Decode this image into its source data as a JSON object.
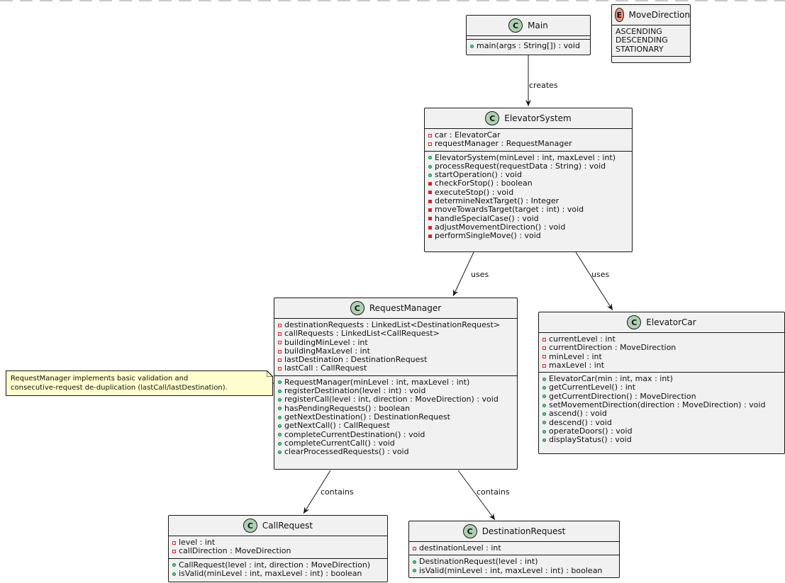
{
  "diagram": {
    "classes": [
      {
        "id": "Main",
        "name": "Main",
        "stereotype": "C",
        "fields": [],
        "methods": [
          {
            "vis": "public",
            "text": "main(args : String[]) : void"
          }
        ]
      },
      {
        "id": "MoveDirection",
        "name": "MoveDirection",
        "stereotype": "E",
        "values": [
          "ASCENDING",
          "DESCENDING",
          "STATIONARY"
        ]
      },
      {
        "id": "ElevatorSystem",
        "name": "ElevatorSystem",
        "stereotype": "C",
        "fields": [
          {
            "vis": "private",
            "text": "car : ElevatorCar"
          },
          {
            "vis": "private",
            "text": "requestManager : RequestManager"
          }
        ],
        "methods": [
          {
            "vis": "public",
            "text": "ElevatorSystem(minLevel : int, maxLevel : int)"
          },
          {
            "vis": "public",
            "text": "processRequest(requestData : String) : void"
          },
          {
            "vis": "public",
            "text": "startOperation() : void"
          },
          {
            "vis": "private",
            "text": "checkForStop() : boolean"
          },
          {
            "vis": "private",
            "text": "executeStop() : void"
          },
          {
            "vis": "private",
            "text": "determineNextTarget() : Integer"
          },
          {
            "vis": "private",
            "text": "moveTowardsTarget(target : int) : void"
          },
          {
            "vis": "private",
            "text": "handleSpecialCase() : void"
          },
          {
            "vis": "private",
            "text": "adjustMovementDirection() : void"
          },
          {
            "vis": "private",
            "text": "performSingleMove() : void"
          }
        ]
      },
      {
        "id": "RequestManager",
        "name": "RequestManager",
        "stereotype": "C",
        "fields": [
          {
            "vis": "private",
            "text": "destinationRequests : LinkedList<DestinationRequest>"
          },
          {
            "vis": "private",
            "text": "callRequests : LinkedList<CallRequest>"
          },
          {
            "vis": "private",
            "text": "buildingMinLevel : int"
          },
          {
            "vis": "private",
            "text": "buildingMaxLevel : int"
          },
          {
            "vis": "private",
            "text": "lastDestination : DestinationRequest"
          },
          {
            "vis": "private",
            "text": "lastCall : CallRequest"
          }
        ],
        "methods": [
          {
            "vis": "public",
            "text": "RequestManager(minLevel : int, maxLevel : int)"
          },
          {
            "vis": "public",
            "text": "registerDestination(level : int) : void"
          },
          {
            "vis": "public",
            "text": "registerCall(level : int, direction : MoveDirection) : void"
          },
          {
            "vis": "public",
            "text": "hasPendingRequests() : boolean"
          },
          {
            "vis": "public",
            "text": "getNextDestination() : DestinationRequest"
          },
          {
            "vis": "public",
            "text": "getNextCall() : CallRequest"
          },
          {
            "vis": "public",
            "text": "completeCurrentDestination() : void"
          },
          {
            "vis": "public",
            "text": "completeCurrentCall() : void"
          },
          {
            "vis": "public",
            "text": "clearProcessedRequests() : void"
          }
        ]
      },
      {
        "id": "ElevatorCar",
        "name": "ElevatorCar",
        "stereotype": "C",
        "fields": [
          {
            "vis": "private",
            "text": "currentLevel : int"
          },
          {
            "vis": "private",
            "text": "currentDirection : MoveDirection"
          },
          {
            "vis": "private",
            "text": "minLevel : int"
          },
          {
            "vis": "private",
            "text": "maxLevel : int"
          }
        ],
        "methods": [
          {
            "vis": "public",
            "text": "ElevatorCar(min : int, max : int)"
          },
          {
            "vis": "public",
            "text": "getCurrentLevel() : int"
          },
          {
            "vis": "public",
            "text": "getCurrentDirection() : MoveDirection"
          },
          {
            "vis": "public",
            "text": "setMovementDirection(direction : MoveDirection) : void"
          },
          {
            "vis": "public",
            "text": "ascend() : void"
          },
          {
            "vis": "public",
            "text": "descend() : void"
          },
          {
            "vis": "public",
            "text": "operateDoors() : void"
          },
          {
            "vis": "public",
            "text": "displayStatus() : void"
          }
        ]
      },
      {
        "id": "CallRequest",
        "name": "CallRequest",
        "stereotype": "C",
        "fields": [
          {
            "vis": "private",
            "text": "level : int"
          },
          {
            "vis": "private",
            "text": "callDirection : MoveDirection"
          }
        ],
        "methods": [
          {
            "vis": "public",
            "text": "CallRequest(level : int, direction : MoveDirection)"
          },
          {
            "vis": "public",
            "text": "isValid(minLevel : int, maxLevel : int) : boolean"
          }
        ]
      },
      {
        "id": "DestinationRequest",
        "name": "DestinationRequest",
        "stereotype": "C",
        "fields": [
          {
            "vis": "private",
            "text": "destinationLevel : int"
          }
        ],
        "methods": [
          {
            "vis": "public",
            "text": "DestinationRequest(level : int)"
          },
          {
            "vis": "public",
            "text": "isValid(minLevel : int, maxLevel : int) : boolean"
          }
        ]
      }
    ],
    "relations": [
      {
        "from": "Main",
        "to": "ElevatorSystem",
        "label": "creates"
      },
      {
        "from": "ElevatorSystem",
        "to": "RequestManager",
        "label": "uses"
      },
      {
        "from": "ElevatorSystem",
        "to": "ElevatorCar",
        "label": "uses"
      },
      {
        "from": "RequestManager",
        "to": "CallRequest",
        "label": "contains"
      },
      {
        "from": "RequestManager",
        "to": "DestinationRequest",
        "label": "contains"
      }
    ],
    "note": {
      "attached_to": "RequestManager",
      "lines": [
        "RequestManager implements basic validation and",
        "consecutive-request de-duplication (lastCall/lastDestination)."
      ]
    }
  }
}
